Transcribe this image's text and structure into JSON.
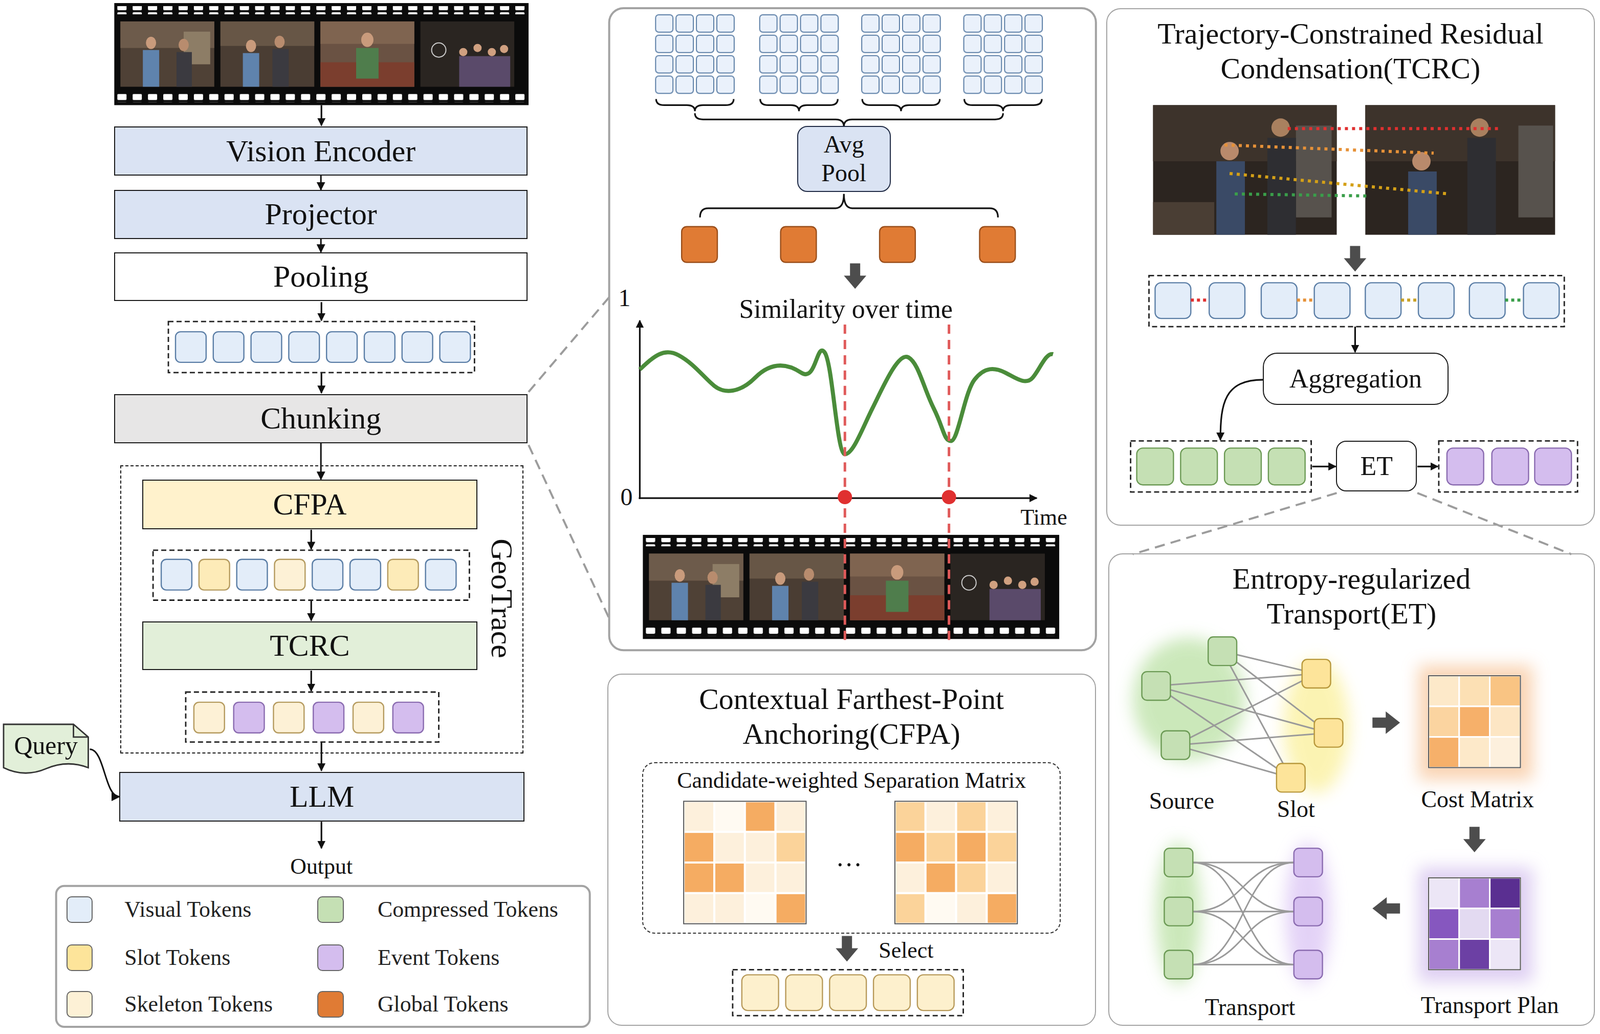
{
  "diagram": {
    "nodes": [
      {
        "text": [
          "Vision Encoder"
        ]
      },
      {
        "text": [
          "Projector"
        ]
      },
      {
        "text": [
          "Pooling"
        ]
      },
      {
        "text": [
          "Chunking"
        ]
      },
      {
        "text": [
          "GeoTrace"
        ]
      },
      {
        "text": [
          "CFPA"
        ],
        "in": 4
      },
      {
        "text": [
          "TCRC"
        ],
        "in": 4
      },
      {
        "text": [
          "Query"
        ]
      },
      {
        "text": [
          "LLM"
        ]
      },
      {
        "text": [
          "Avg Pool"
        ]
      },
      {
        "text": [
          "Contextual Farthest-Point Anchoring(CFPA)"
        ]
      },
      {
        "text": [
          "Candidate-weighted Separation Matrix"
        ],
        "in": 10
      },
      {
        "text": [
          "Trajectory-Constrained Residual Condensation(TCRC)"
        ]
      },
      {
        "text": [
          "Aggregation"
        ],
        "in": 12
      },
      {
        "text": [
          "ET"
        ],
        "in": 12
      },
      {
        "text": [
          "Entropy-regularized Transport(ET)"
        ]
      }
    ],
    "edges": [
      {
        "from": 0,
        "to": 1,
        "arrow": "to"
      },
      {
        "from": 1,
        "to": 2,
        "arrow": "to"
      },
      {
        "from": 3,
        "to": 5,
        "arrow": "to"
      },
      {
        "from": 7,
        "to": 8,
        "arrow": "to"
      }
    ],
    "labels": [
      "1",
      "0",
      "Similarity over time",
      "Time",
      "…",
      "Select",
      "Source",
      "Slot",
      "Cost Matrix",
      "Transport",
      "Transport Plan",
      "Output"
    ],
    "legend": [
      {
        "text": "Visual Tokens",
        "color": "#e3edf9"
      },
      {
        "text": "Compressed Tokens",
        "color": "#c5e0b4"
      },
      {
        "text": "Slot Tokens",
        "color": "#fde49a"
      },
      {
        "text": "Event Tokens",
        "color": "#d4bdee"
      },
      {
        "text": "Skeleton Tokens",
        "color": "#fdf1d6"
      },
      {
        "text": "Global Tokens",
        "color": "#e07b34"
      }
    ]
  }
}
